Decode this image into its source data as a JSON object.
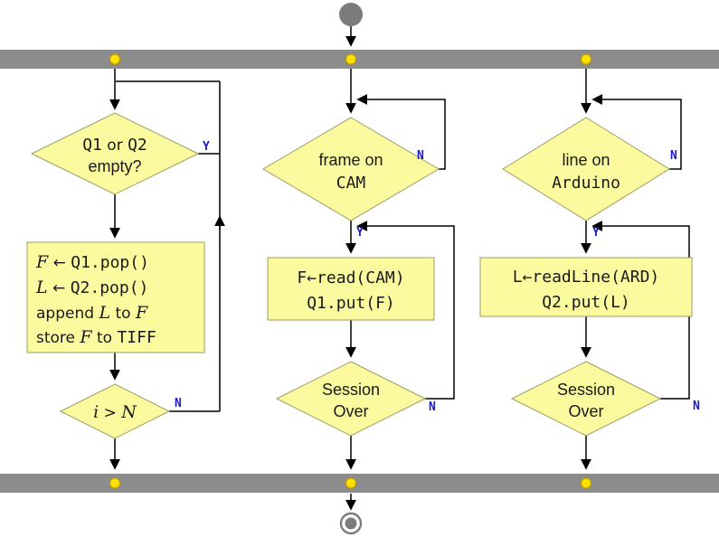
{
  "colors": {
    "node_fill": "#FCFA9E",
    "node_border": "#9C9C66",
    "bar_fill": "#8C8C8C",
    "dot_fill": "#FFE200",
    "dot_border": "#C09C00",
    "start_fill": "#7B7B7B",
    "branch_label": "#1A19C8",
    "line": "#000000"
  },
  "threads": {
    "left": {
      "cond_empty": {
        "line1": [
          "Q1",
          " or ",
          "Q2"
        ],
        "line2": "empty?",
        "yes_label": "Y"
      },
      "process": {
        "line1": [
          "F",
          " ← ",
          "Q1.pop()"
        ],
        "line2": [
          "L",
          " ← ",
          "Q2.pop()"
        ],
        "line3": [
          "append ",
          "L",
          " to ",
          "F"
        ],
        "line4": [
          "store ",
          "F",
          " to ",
          "TIFF"
        ]
      },
      "cond_count": {
        "expr": [
          "i",
          " > ",
          "N"
        ],
        "no_label": "N"
      }
    },
    "center": {
      "cond_frame": {
        "line1": "frame on",
        "line2": "CAM",
        "no_label": "N",
        "yes_label": "Y"
      },
      "process": {
        "line1": "F←read(CAM)",
        "line2": "Q1.put(F)"
      },
      "cond_session": {
        "line1": "Session",
        "line2": "Over",
        "no_label": "N"
      }
    },
    "right": {
      "cond_line": {
        "line1": "line on",
        "line2": "Arduino",
        "no_label": "N",
        "yes_label": "Y"
      },
      "process": {
        "line1": "L←readLine(ARD)",
        "line2": "Q2.put(L)"
      },
      "cond_session": {
        "line1": "Session",
        "line2": "Over",
        "no_label": "N"
      }
    }
  }
}
